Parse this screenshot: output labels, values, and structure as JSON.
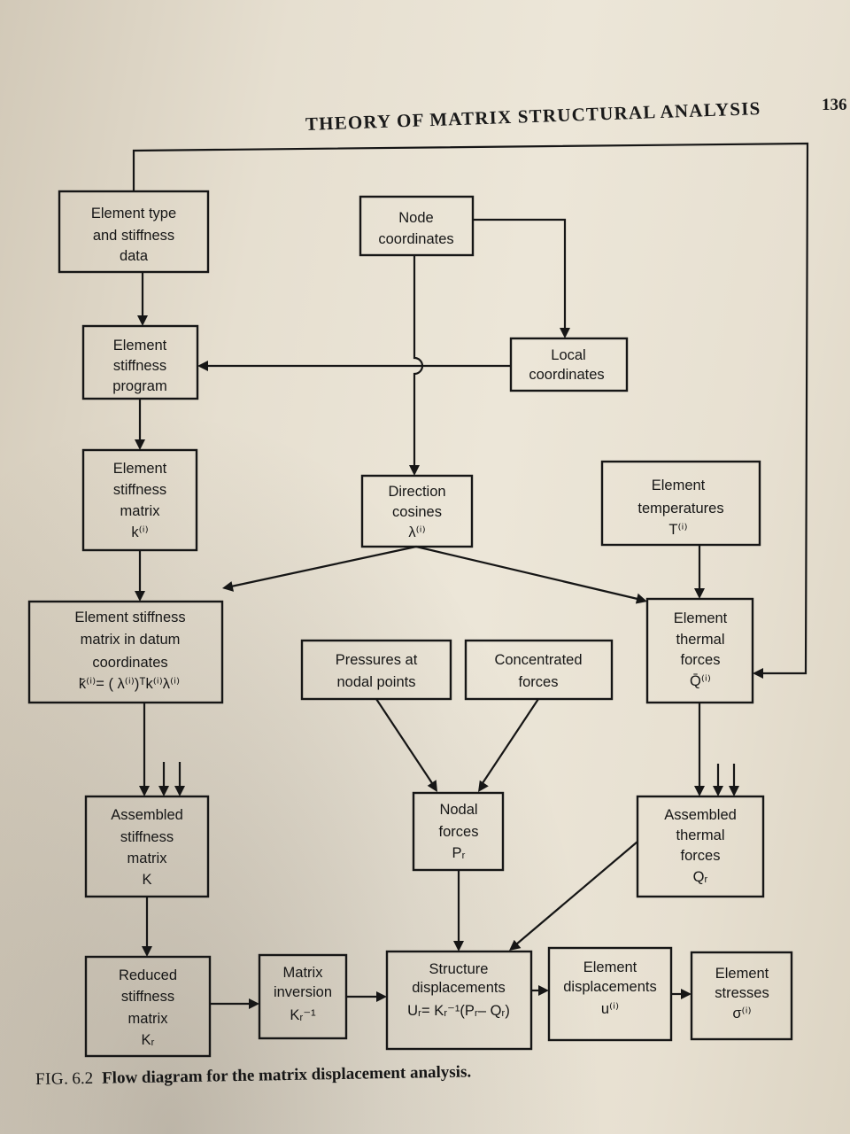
{
  "header": {
    "title": "THEORY OF MATRIX STRUCTURAL ANALYSIS",
    "page_number": "136"
  },
  "diagram": {
    "boxes": [
      {
        "id": "element-type",
        "lines": [
          "Element type",
          "and stiffness",
          "data"
        ]
      },
      {
        "id": "node-coordinates",
        "lines": [
          "Node",
          "coordinates"
        ]
      },
      {
        "id": "element-stiffness-program",
        "lines": [
          "Element",
          "stiffness",
          "program"
        ]
      },
      {
        "id": "local-coordinates",
        "lines": [
          "Local",
          "coordinates"
        ]
      },
      {
        "id": "element-stiffness-matrix",
        "lines": [
          "Element",
          "stiffness",
          "matrix",
          "k⁽ⁱ⁾"
        ]
      },
      {
        "id": "direction-cosines",
        "lines": [
          "Direction",
          "cosines",
          "λ⁽ⁱ⁾"
        ]
      },
      {
        "id": "element-temperatures",
        "lines": [
          "Element",
          "temperatures",
          "T⁽ⁱ⁾"
        ]
      },
      {
        "id": "datum-stiffness-matrix",
        "lines": [
          "Element stiffness",
          "matrix in datum",
          "coordinates",
          "k̄⁽ⁱ⁾= ( λ⁽ⁱ⁾)ᵀk⁽ⁱ⁾λ⁽ⁱ⁾"
        ]
      },
      {
        "id": "pressures-at-nodal-points",
        "lines": [
          "Pressures at",
          "nodal points"
        ]
      },
      {
        "id": "concentrated-forces",
        "lines": [
          "Concentrated",
          "forces"
        ]
      },
      {
        "id": "element-thermal-forces",
        "lines": [
          "Element",
          "thermal",
          "forces",
          "Q̄⁽ⁱ⁾"
        ]
      },
      {
        "id": "assembled-stiffness-matrix",
        "lines": [
          "Assembled",
          "stiffness",
          "matrix",
          "K"
        ]
      },
      {
        "id": "nodal-forces",
        "lines": [
          "Nodal",
          "forces",
          "Pᵣ"
        ]
      },
      {
        "id": "assembled-thermal-forces",
        "lines": [
          "Assembled",
          "thermal",
          "forces",
          "Qᵣ"
        ]
      },
      {
        "id": "reduced-stiffness-matrix",
        "lines": [
          "Reduced",
          "stiffness",
          "matrix",
          "Kᵣ"
        ]
      },
      {
        "id": "matrix-inversion",
        "lines": [
          "Matrix",
          "inversion",
          "Kᵣ⁻¹"
        ]
      },
      {
        "id": "structure-displacements",
        "lines": [
          "Structure",
          "displacements",
          "Uᵣ= Kᵣ⁻¹(Pᵣ– Qᵣ)"
        ]
      },
      {
        "id": "element-displacements",
        "lines": [
          "Element",
          "displacements",
          "u⁽ⁱ⁾"
        ]
      },
      {
        "id": "element-stresses",
        "lines": [
          "Element",
          "stresses",
          "σ⁽ⁱ⁾"
        ]
      }
    ]
  },
  "caption": {
    "prefix": "FIG.",
    "number": "6.2",
    "text": "Flow diagram for the matrix displacement analysis."
  }
}
